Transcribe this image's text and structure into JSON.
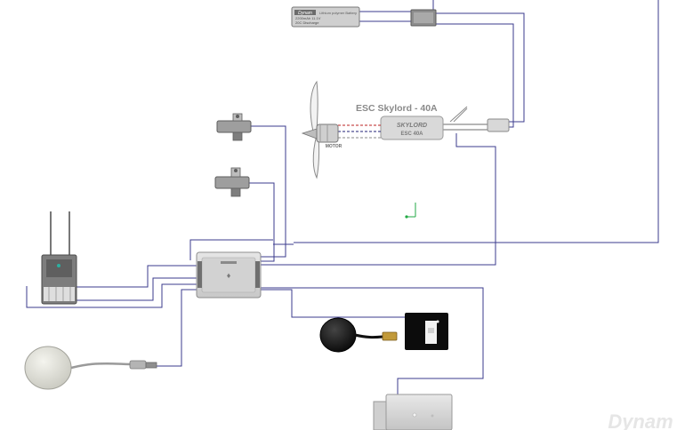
{
  "battery": {
    "brand": "Dynam",
    "line1": "2200mAh 11.1V",
    "line2": "20C Discharge",
    "side_text": "Lithium polymer Battery"
  },
  "esc": {
    "title": "ESC Skylord - 40A",
    "brand": "SKYLORD",
    "model": "ESC 40A"
  },
  "motor": {
    "label": "MOTOR"
  },
  "watermark": "Dynam"
}
